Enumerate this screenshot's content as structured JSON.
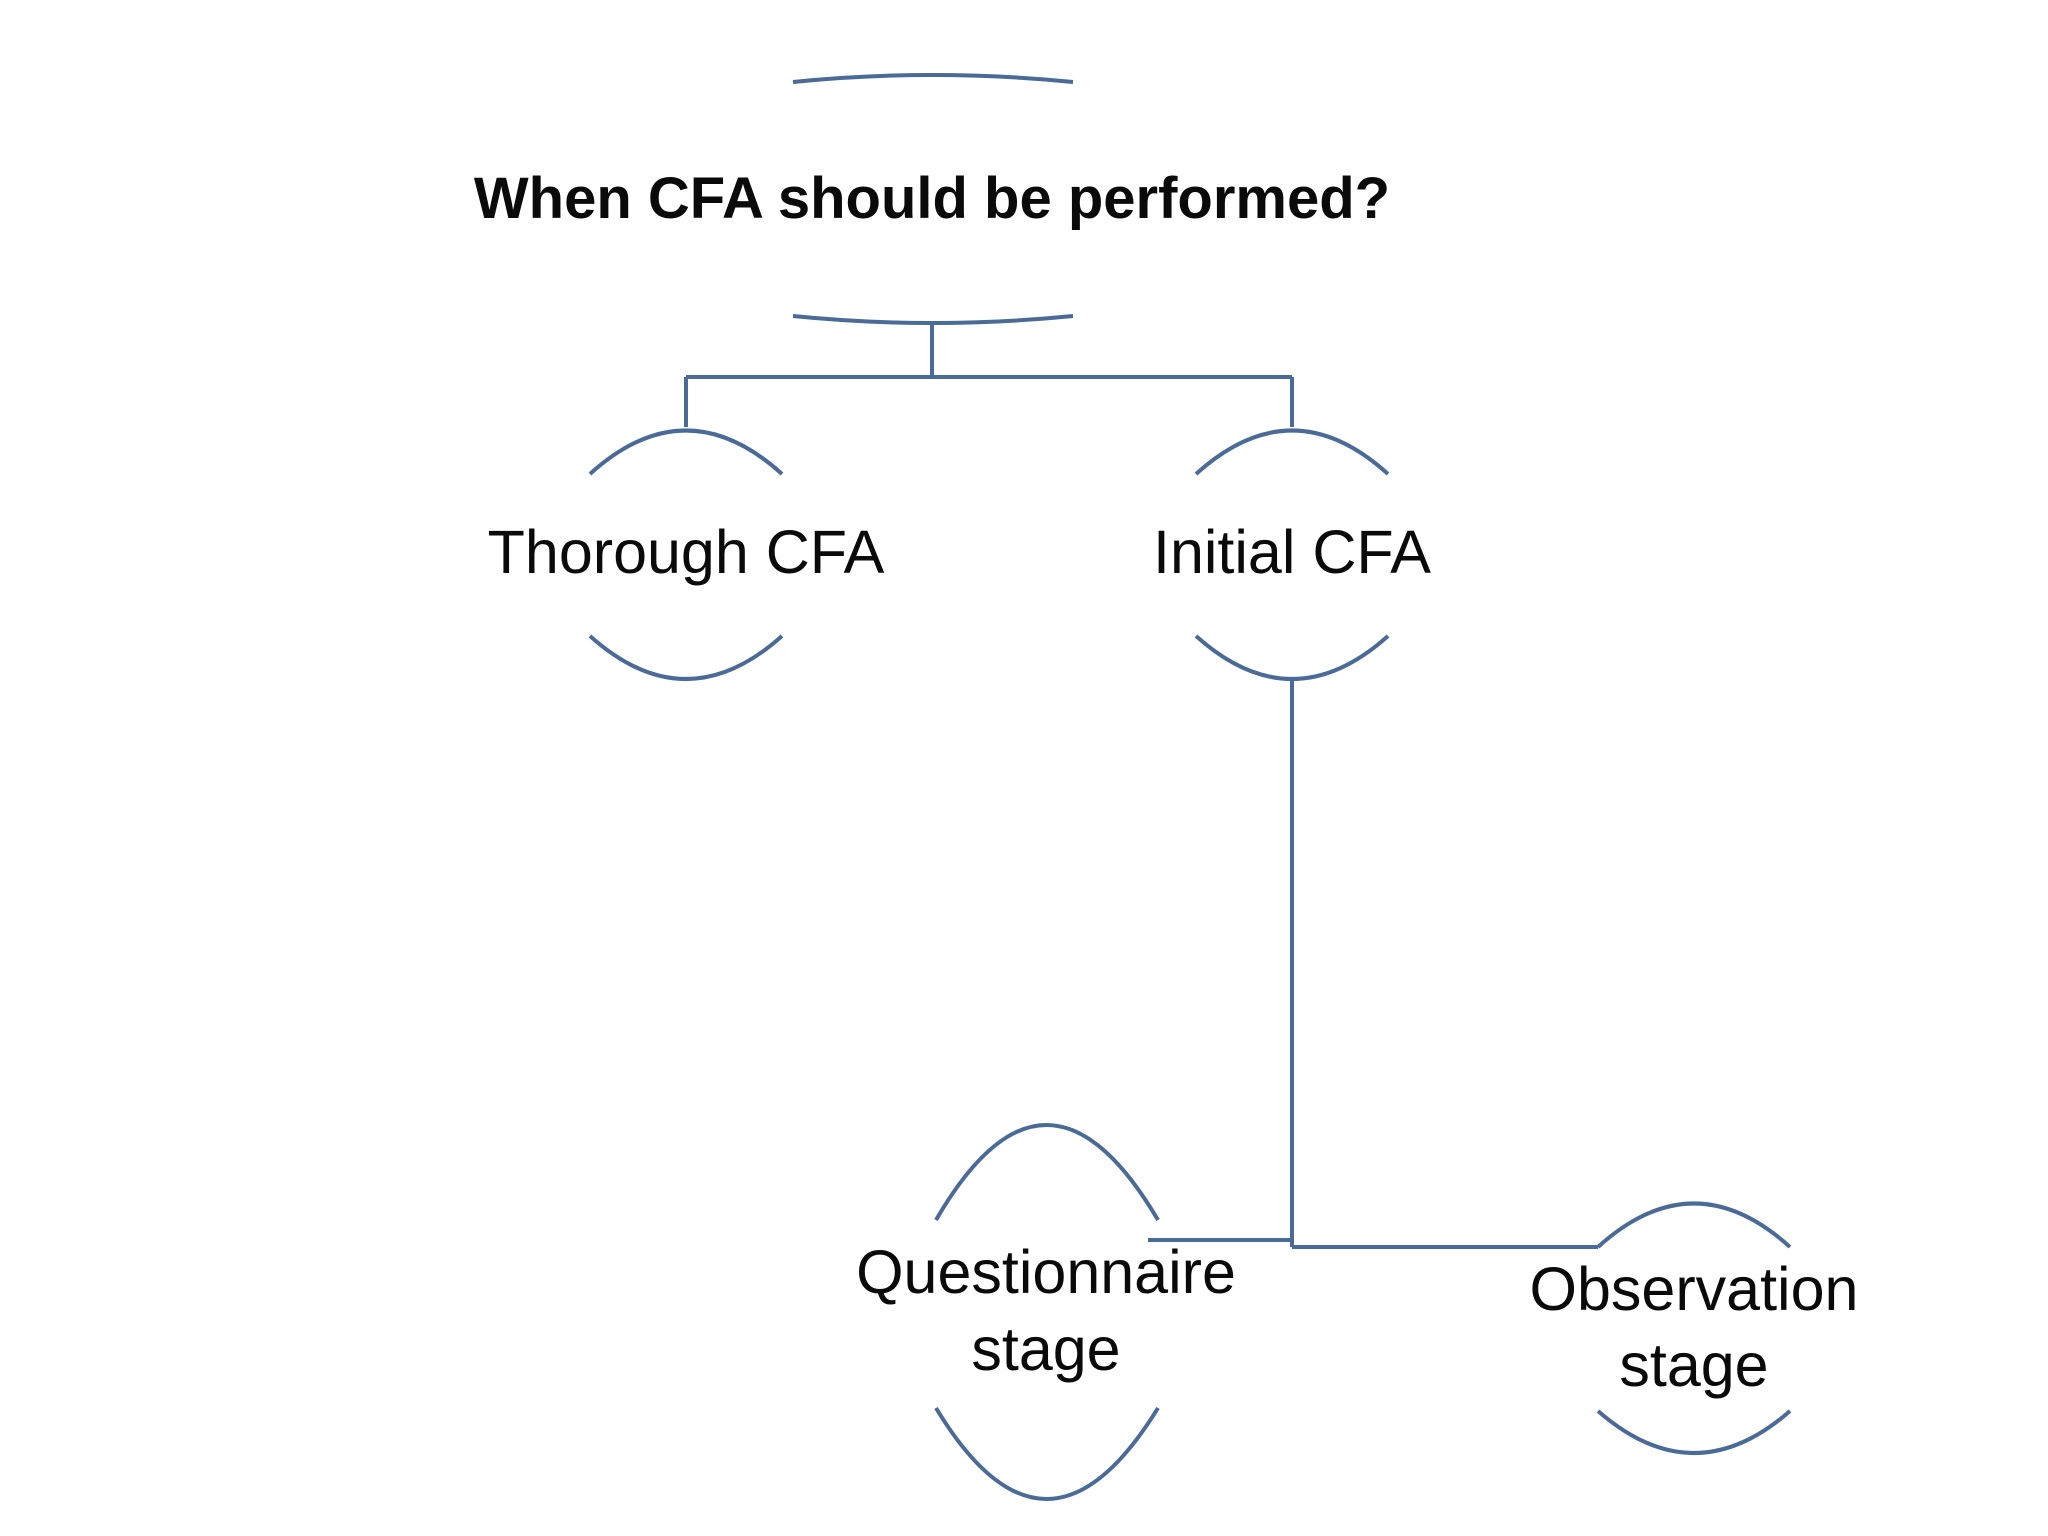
{
  "diagram": {
    "line_color": "#4a6a98",
    "text_color": "#0a0a0a",
    "root": {
      "label": "When CFA should be performed?"
    },
    "nodes": [
      {
        "id": "thorough",
        "lines": [
          "Thorough CFA"
        ]
      },
      {
        "id": "initial",
        "lines": [
          "Initial CFA"
        ]
      },
      {
        "id": "questionnaire",
        "lines": [
          "Questionnaire",
          "stage"
        ]
      },
      {
        "id": "observation",
        "lines": [
          "Observation",
          "stage"
        ]
      }
    ]
  }
}
